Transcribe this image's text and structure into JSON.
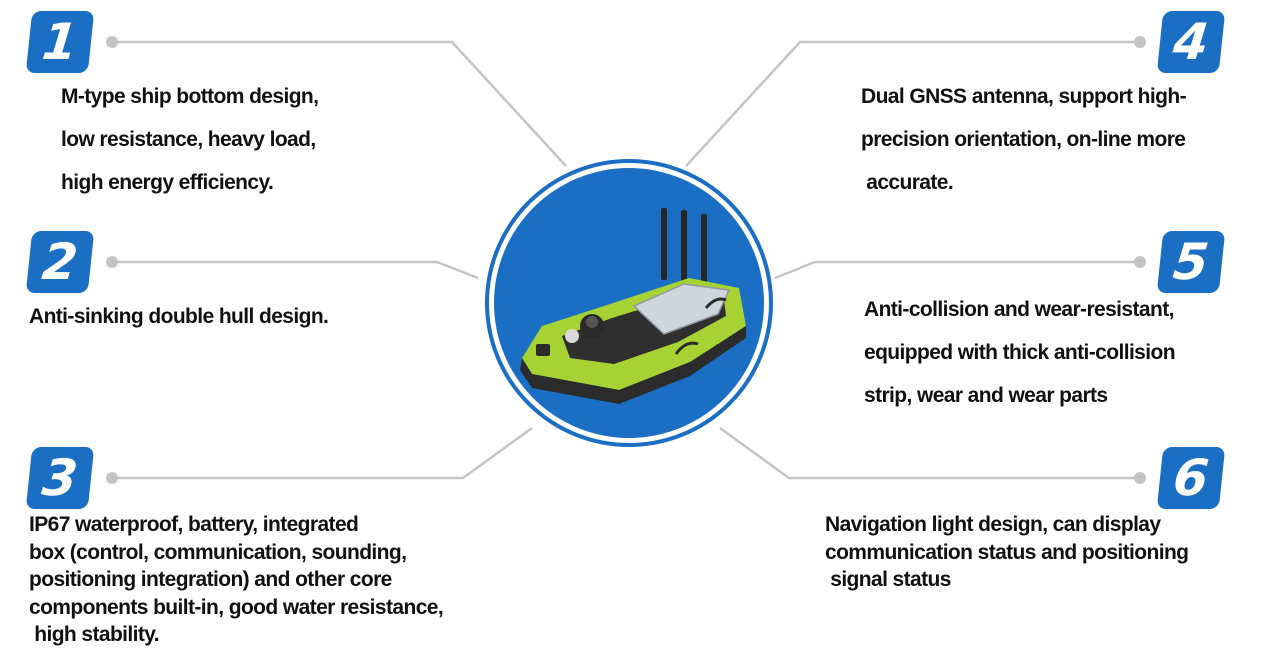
{
  "colors": {
    "badge": "#1a6fc4",
    "circle": "#1a6fc4",
    "connector": "#c4c4c4",
    "text": "#111111",
    "hull": "#a6d234",
    "deck": "#2b2b2b"
  },
  "features": [
    {
      "number": "1",
      "lines": [
        "M-type ship bottom design,",
        "low resistance, heavy load,",
        "high energy efficiency."
      ]
    },
    {
      "number": "2",
      "lines": [
        "Anti-sinking double hull design."
      ]
    },
    {
      "number": "3",
      "lines": [
        "IP67 waterproof, battery, integrated",
        "box (control, communication, sounding,",
        "positioning integration) and other core",
        "components built-in, good water resistance,",
        " high stability."
      ]
    },
    {
      "number": "4",
      "lines": [
        "Dual GNSS antenna, support high-",
        "precision orientation, on-line more",
        " accurate."
      ]
    },
    {
      "number": "5",
      "lines": [
        "Anti-collision and wear-resistant,",
        "equipped with thick anti-collision",
        "strip, wear and wear parts"
      ]
    },
    {
      "number": "6",
      "lines": [
        "Navigation light design, can display",
        "communication status and positioning",
        " signal status"
      ]
    }
  ]
}
